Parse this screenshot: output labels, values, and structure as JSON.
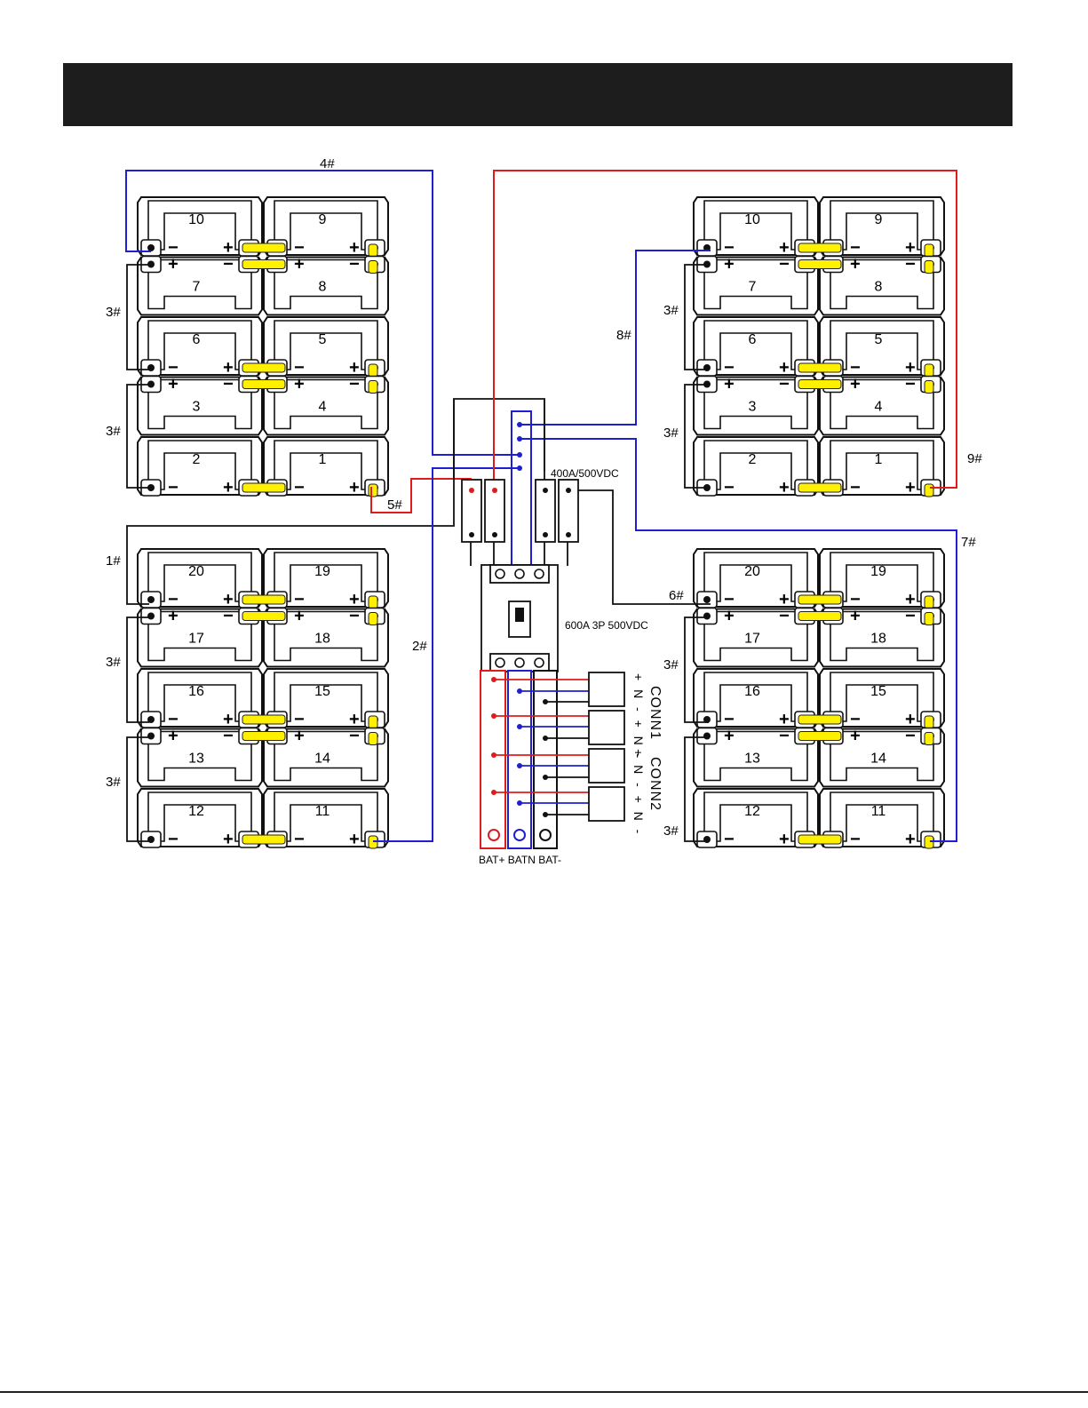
{
  "header": {
    "title": ""
  },
  "battery_groups": [
    {
      "id": "top-left",
      "rows": [
        [
          "10",
          "9"
        ],
        [
          "7",
          "8"
        ],
        [
          "6",
          "5"
        ],
        [
          "3",
          "4"
        ],
        [
          "2",
          "1"
        ]
      ]
    },
    {
      "id": "bottom-left",
      "rows": [
        [
          "20",
          "19"
        ],
        [
          "17",
          "18"
        ],
        [
          "16",
          "15"
        ],
        [
          "13",
          "14"
        ],
        [
          "12",
          "11"
        ]
      ]
    },
    {
      "id": "top-right",
      "rows": [
        [
          "10",
          "9"
        ],
        [
          "7",
          "8"
        ],
        [
          "6",
          "5"
        ],
        [
          "3",
          "4"
        ],
        [
          "2",
          "1"
        ]
      ]
    },
    {
      "id": "bottom-right",
      "rows": [
        [
          "20",
          "19"
        ],
        [
          "17",
          "18"
        ],
        [
          "16",
          "15"
        ],
        [
          "13",
          "14"
        ],
        [
          "12",
          "11"
        ]
      ]
    }
  ],
  "polarity": {
    "plus": "+",
    "minus": "−"
  },
  "wire_labels": {
    "w1": "1#",
    "w2": "2#",
    "w3": "3#",
    "w4": "4#",
    "w5": "5#",
    "w6": "6#",
    "w7": "7#",
    "w8": "8#",
    "w9": "9#"
  },
  "components": {
    "fuse_rating": "400A/500VDC",
    "breaker_rating": "600A 3P 500VDC",
    "terminal_labels": "BAT+ BATN BAT-",
    "conn1": "CONN1",
    "conn2": "CONN2",
    "conn_pins": "+ N - + N -"
  },
  "colors": {
    "positive_wire": "#e01b1b",
    "neutral_wire": "#1f1fd0",
    "negative_wire": "#111111",
    "strap": "#ffef00",
    "header": "#1d1d1d"
  }
}
